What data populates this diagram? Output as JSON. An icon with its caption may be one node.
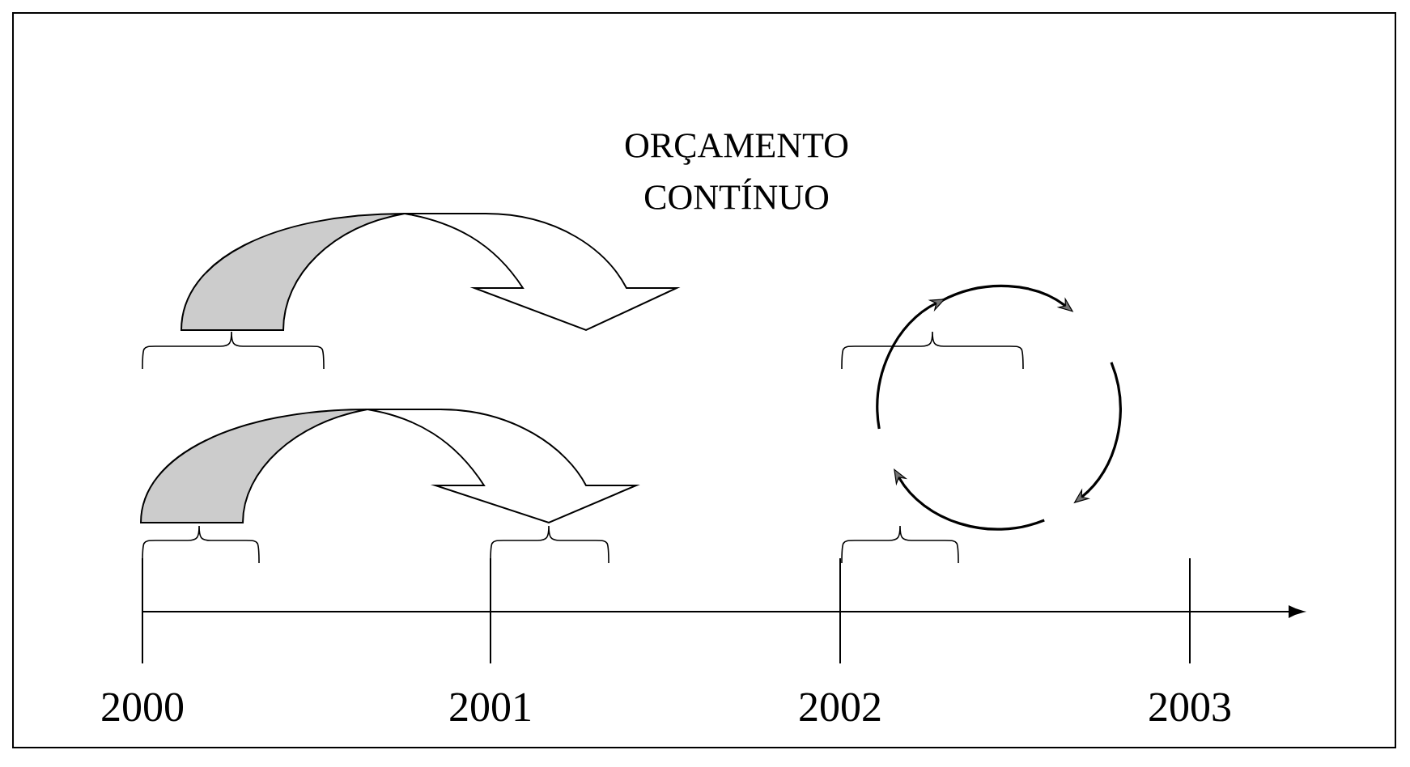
{
  "diagram": {
    "title": "ORÇAMENTO CONTÍNUO",
    "labels": [
      "2000",
      "2001",
      "2002",
      "2003"
    ]
  }
}
